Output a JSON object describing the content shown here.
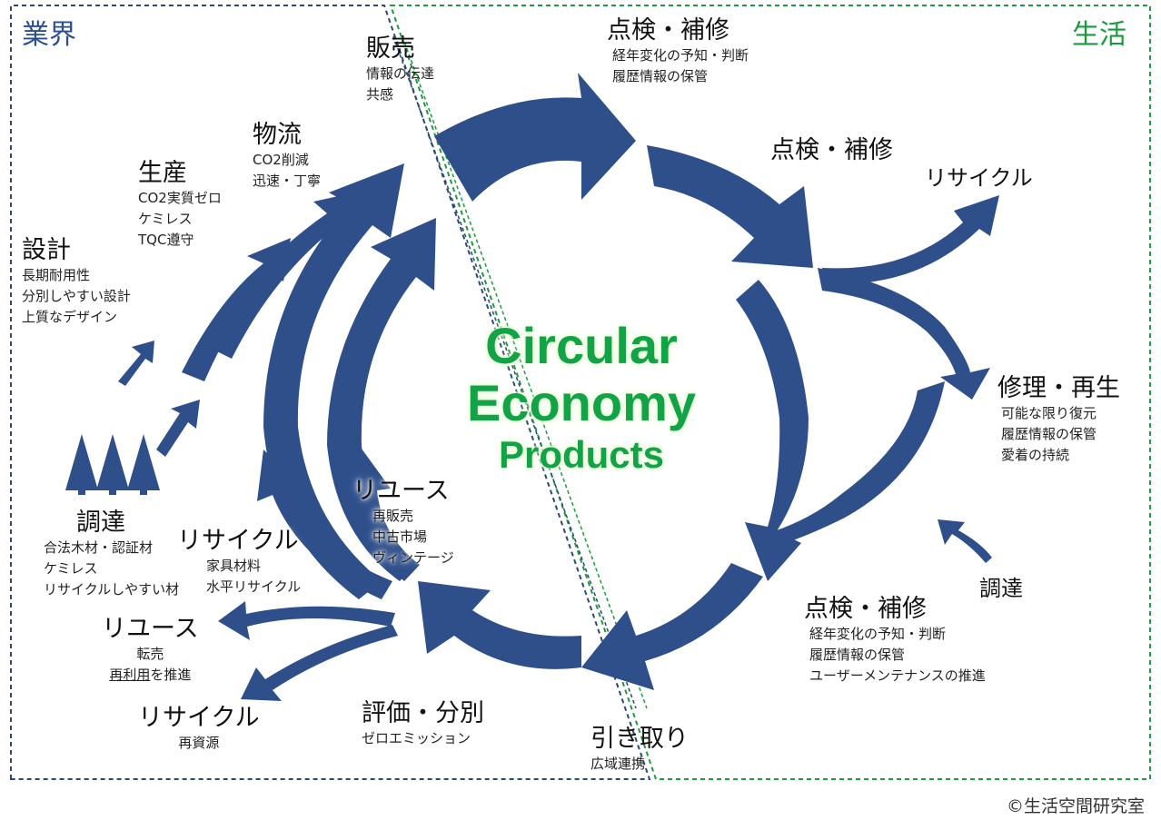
{
  "zones": {
    "left": "業界",
    "right": "生活"
  },
  "center": {
    "line1": "Circular",
    "line2": "Economy",
    "line3": "Products"
  },
  "stages": {
    "sales": {
      "title": "販売",
      "items": [
        "情報の伝達",
        "共感"
      ]
    },
    "inspect_top": {
      "title": "点検・補修",
      "items": [
        "経年変化の予知・判断",
        "履歴情報の保管"
      ]
    },
    "inspect_mid": {
      "title": "点検・補修",
      "items": []
    },
    "recycle_right": {
      "title": "リサイクル",
      "items": []
    },
    "repair": {
      "title": "修理・再生",
      "items": [
        "可能な限り復元",
        "履歴情報の保管",
        "愛着の持続"
      ]
    },
    "procure_right": {
      "title": "調達",
      "items": []
    },
    "inspect_bottom": {
      "title": "点検・補修",
      "items": [
        "経年変化の予知・判断",
        "履歴情報の保管",
        "ユーザーメンテナンスの推進"
      ]
    },
    "takeback": {
      "title": "引き取り",
      "items": [
        "広域連携"
      ]
    },
    "evaluate": {
      "title": "評価・分別",
      "items": [
        "ゼロエミッション"
      ]
    },
    "recycle_bottom": {
      "title": "リサイクル",
      "items": [
        "再資源"
      ]
    },
    "reuse_left": {
      "title": "リユース",
      "items": [
        "転売"
      ],
      "note_underlined": "再利用",
      "note_rest": "を推進"
    },
    "recycle_inner": {
      "title": "リサイクル",
      "items": [
        "家具材料",
        "水平リサイクル"
      ]
    },
    "reuse_inner": {
      "title": "リユース",
      "items": [
        "再販売",
        "中古市場",
        "ヴィンテージ"
      ]
    },
    "procure_left": {
      "title": "調達",
      "items": [
        "合法木材・認証材",
        "ケミレス",
        "リサイクルしやすい材"
      ]
    },
    "design": {
      "title": "設計",
      "items": [
        "長期耐用性",
        "分別しやすい設計",
        "上質なデザイン"
      ]
    },
    "production": {
      "title": "生産",
      "items": [
        "CO2実質ゼロ",
        "ケミレス",
        "TQC遵守"
      ]
    },
    "logistics": {
      "title": "物流",
      "items": [
        "CO2削減",
        "迅速・丁寧"
      ]
    }
  },
  "copyright": "©生活空間研究室",
  "colors": {
    "arrow": "#2f4f8b",
    "left_border": "#2b4a73",
    "right_border": "#1f9a3f",
    "center_text": "#12a347"
  },
  "icons": [
    "tree-icon",
    "tree-icon",
    "tree-icon"
  ]
}
